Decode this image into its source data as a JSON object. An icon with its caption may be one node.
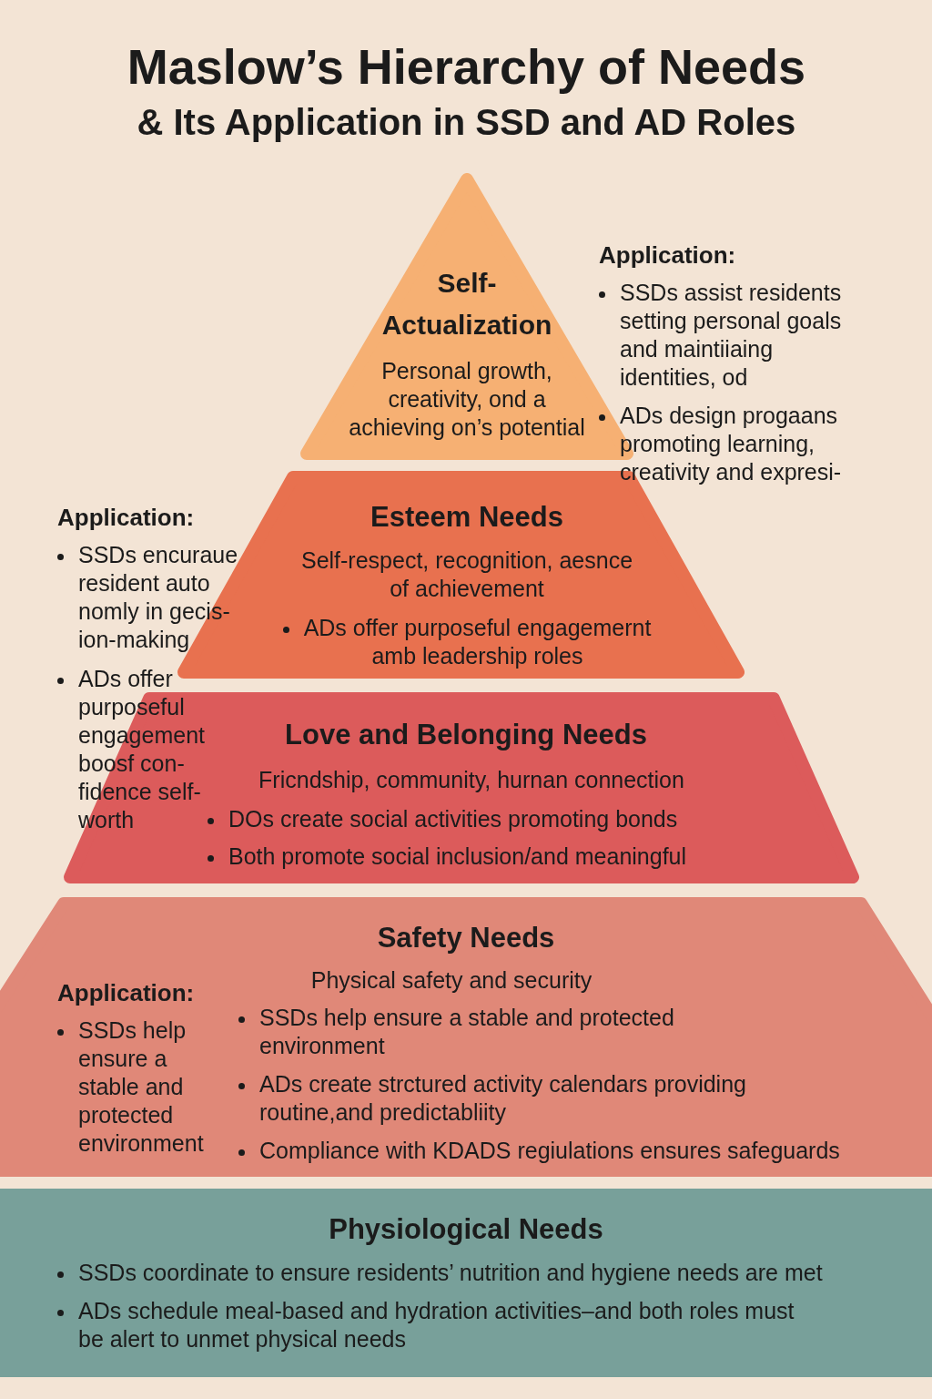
{
  "diagram": {
    "title": "Maslow’s Hierarchy of Needs & Its Application in SSD and AD Roles",
    "nodes": [
      {
        "text": [
          "Self-Actualization",
          "Personal growth, creativity, ond a achieving on’s potential"
        ],
        "beside": [
          "Application:",
          "SSDs assist residents setting personal goals and maintiiaing identities, od",
          "ADs design progaans promoting learning, creativity and expresi-"
        ]
      },
      {
        "text": [
          "Esteem Needs",
          "Self-respect, recognition, aesnce of achievement",
          "ADs offer purposeful engagemernt amb leadership roles"
        ],
        "beside": [
          "Application:",
          "SSDs encuraue resident auto nomly in gecis-ion-making",
          "ADs offer purposeful engagement boosf con-fidence self-worth"
        ]
      },
      {
        "text": [
          "Love and Belonging Needs",
          "Fricndship, community, hurnan connection",
          "DOs create social activities promoting bonds",
          "Both promote social inclusion/and meaningful"
        ]
      },
      {
        "text": [
          "Safety Needs",
          "Physical safety and security",
          "Application:",
          "SSDs help ensure a stable and protected environment",
          "SSDs help ensure a stable and protected environment",
          "ADs create strctured activity calendars providing routine,and predictabliity",
          "Compliance with KDADS regiulations ensures safeguards"
        ]
      },
      {
        "text": [
          "Physiological Needs",
          "SSDs coordinate to ensure residents’ nutrition and hygiene needs are met",
          "ADs schedule meal-based and hydration activities–and both roles must be alert to unmet physical needs"
        ]
      }
    ]
  }
}
